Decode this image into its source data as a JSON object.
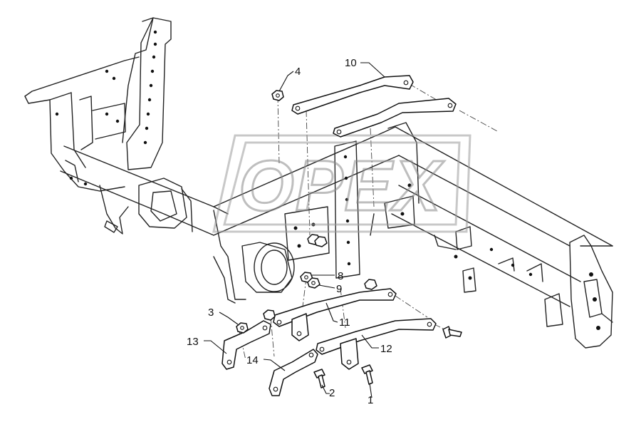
{
  "diagram": {
    "watermark_text": "OPEX",
    "callouts": [
      {
        "id": "c1",
        "label": "1"
      },
      {
        "id": "c2",
        "label": "2"
      },
      {
        "id": "c3",
        "label": "3"
      },
      {
        "id": "c4",
        "label": "4"
      },
      {
        "id": "c8",
        "label": "8"
      },
      {
        "id": "c9",
        "label": "9"
      },
      {
        "id": "c10",
        "label": "10"
      },
      {
        "id": "c11",
        "label": "11"
      },
      {
        "id": "c12",
        "label": "12"
      },
      {
        "id": "c13",
        "label": "13"
      },
      {
        "id": "c14",
        "label": "14"
      }
    ]
  }
}
